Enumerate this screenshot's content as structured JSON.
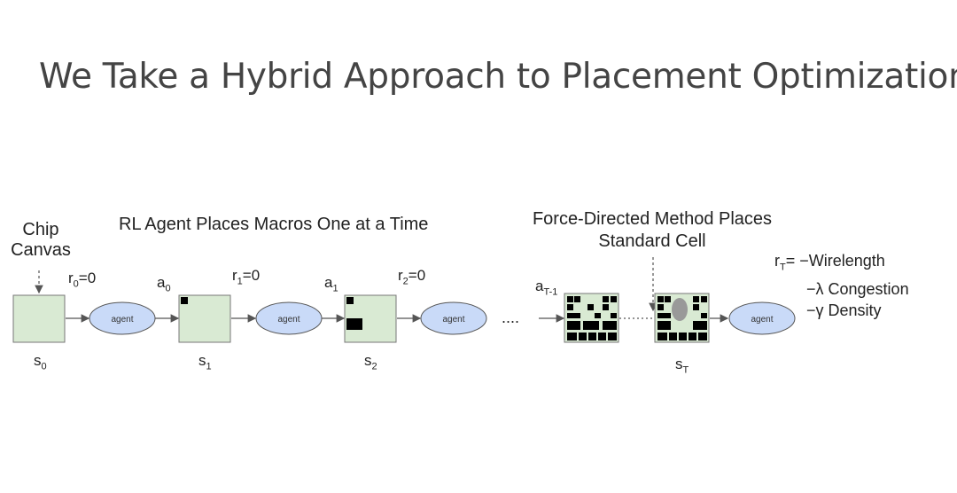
{
  "title": "We Take a Hybrid Approach to Placement Optimization",
  "labels": {
    "chip_canvas_line1": "Chip",
    "chip_canvas_line2": "Canvas",
    "rl_agent": "RL Agent Places Macros One at a Time",
    "force_directed_line1": "Force-Directed Method Places",
    "force_directed_line2": "Standard Cell",
    "ellipsis": "....",
    "agent": "agent"
  },
  "rewards": {
    "r0": {
      "sym": "r",
      "sub": "0",
      "val": "=0"
    },
    "r1": {
      "sym": "r",
      "sub": "1",
      "val": "=0"
    },
    "r2": {
      "sym": "r",
      "sub": "2",
      "val": "=0"
    },
    "rT_sym": "r",
    "rT_sub": "T",
    "rT_line1": "= −Wirelength",
    "rT_line2": "−λ Congestion",
    "rT_line3": "−γ Density"
  },
  "actions": {
    "a0": {
      "sym": "a",
      "sub": "0"
    },
    "a1": {
      "sym": "a",
      "sub": "1"
    },
    "aT1": {
      "sym": "a",
      "sub": "T-1"
    }
  },
  "states": {
    "s0": {
      "sym": "s",
      "sub": "0"
    },
    "s1": {
      "sym": "s",
      "sub": "1"
    },
    "s2": {
      "sym": "s",
      "sub": "2"
    },
    "sT": {
      "sym": "s",
      "sub": "T"
    }
  },
  "colors": {
    "canvas_fill": "#d9ead3",
    "agent_fill": "#c9daf8",
    "macro": "#000000",
    "arrow": "#555555",
    "cell_blob": "#999999"
  }
}
